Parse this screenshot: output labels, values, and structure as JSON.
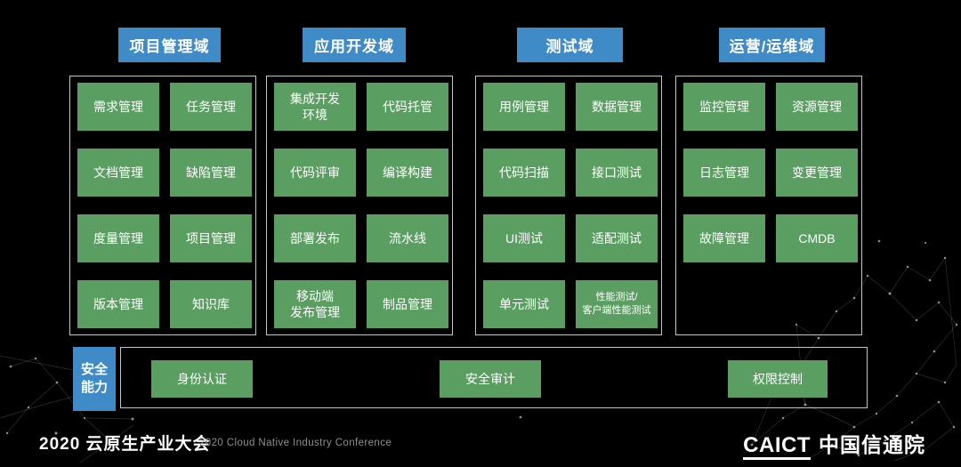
{
  "page": {
    "background": "#000000",
    "accent_blue": "#3e8bc8",
    "accent_green": "#5b9e62",
    "border_gray": "#c6c6c6"
  },
  "domains": [
    {
      "label": "项目管理域",
      "items": [
        "需求管理",
        "任务管理",
        "文档管理",
        "缺陷管理",
        "度量管理",
        "项目管理",
        "版本管理",
        "知识库"
      ]
    },
    {
      "label": "应用开发域",
      "items": [
        "集成开发\n环境",
        "代码托管",
        "代码评审",
        "编译构建",
        "部署发布",
        "流水线",
        "移动端\n发布管理",
        "制品管理"
      ]
    },
    {
      "label": "测试域",
      "items": [
        "用例管理",
        "数据管理",
        "代码扫描",
        "接口测试",
        "UI测试",
        "适配测试",
        "单元测试",
        "性能测试/\n客户端性能测试"
      ]
    },
    {
      "label": "运营/运维域",
      "items": [
        "监控管理",
        "资源管理",
        "日志管理",
        "变更管理",
        "故障管理",
        "CMDB"
      ]
    }
  ],
  "security": {
    "label": "安全\n能力",
    "items": [
      "身份认证",
      "安全审计",
      "权限控制"
    ]
  },
  "footer": {
    "title_zh": "2020 云原生产业大会",
    "title_en": "2020 Cloud Native Industry Conference",
    "logo_text": "CAICT",
    "logo_name": "中国信通院"
  }
}
